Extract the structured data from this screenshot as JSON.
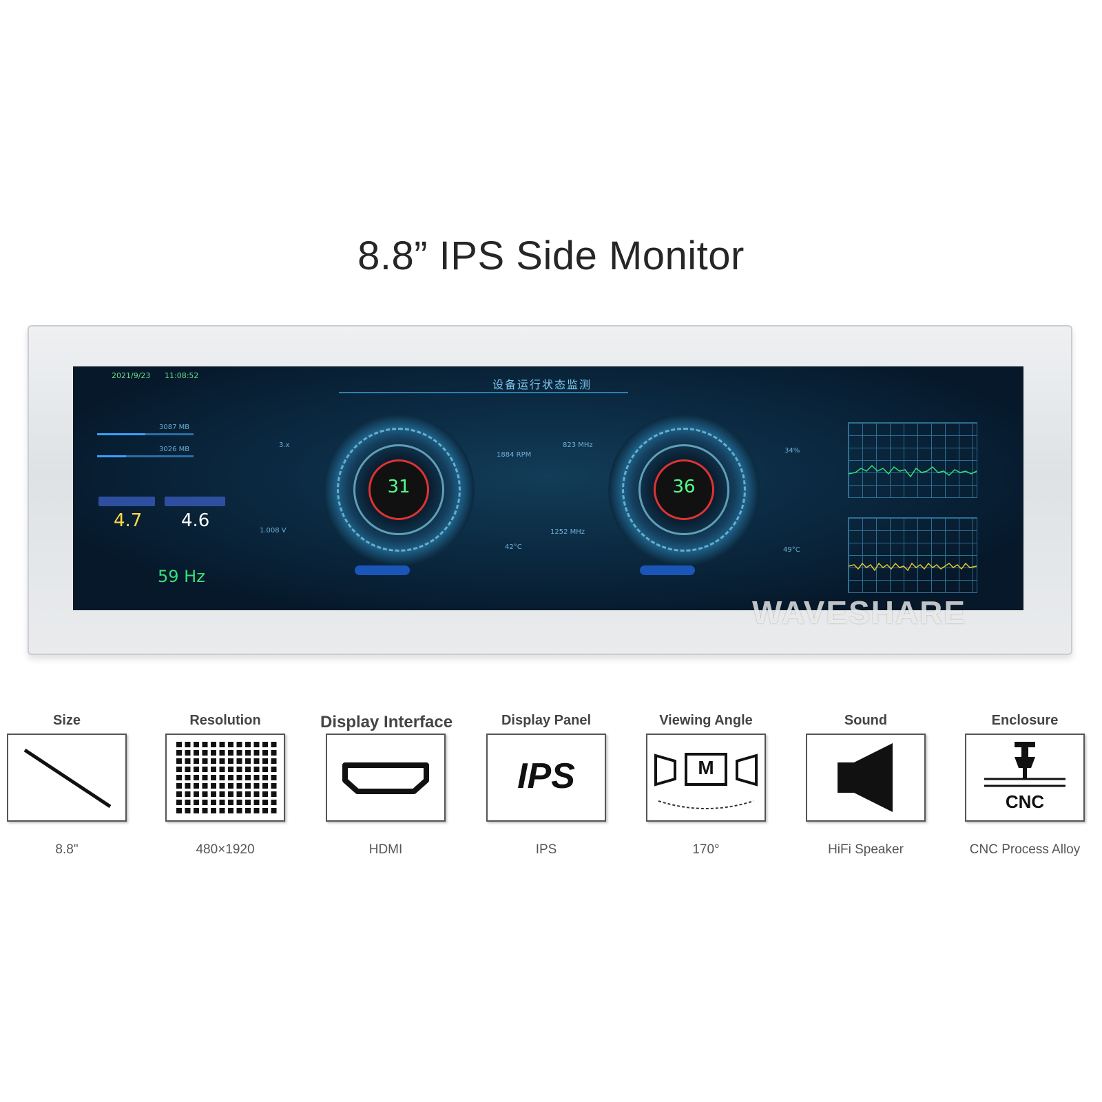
{
  "title": "8.8” IPS Side Monitor",
  "screen": {
    "date": "2021/9/23",
    "time": "11:08:52",
    "header": "设备运行状态监测",
    "net_down": "4.7",
    "net_up": "4.6",
    "refresh_rate": "59 Hz",
    "gauge_left": "31",
    "gauge_right": "36",
    "cpu_fan": "1884 RPM",
    "gpu_clock": "823 MHz",
    "cpu_voltage": "1.008 V",
    "gpu_mem_clock": "1252 MHz",
    "cpu_temp": "42°C",
    "gpu_usage": "34%",
    "gpu_temp": "49°C",
    "cpu_clock": "3.x",
    "mem_used": "3087 MB",
    "mem_free": "3026 MB",
    "watermark": "WAVESHARE"
  },
  "specs": [
    {
      "label": "Size",
      "value": "8.8\"",
      "icon": "diagonal-line-icon"
    },
    {
      "label": "Resolution",
      "value": "480×1920",
      "icon": "pixel-grid-icon"
    },
    {
      "label": "Display Interface",
      "value": "HDMI",
      "icon": "hdmi-port-icon"
    },
    {
      "label": "Display Panel",
      "value": "IPS",
      "icon": "ips-text-icon",
      "icon_text": "IPS"
    },
    {
      "label": "Viewing Angle",
      "value": "170°",
      "icon": "viewing-angle-icon",
      "icon_text": "M"
    },
    {
      "label": "Sound",
      "value": "HiFi Speaker",
      "icon": "speaker-icon"
    },
    {
      "label": "Enclosure",
      "value": "CNC Process Alloy",
      "icon": "cnc-icon",
      "icon_text": "CNC"
    }
  ]
}
